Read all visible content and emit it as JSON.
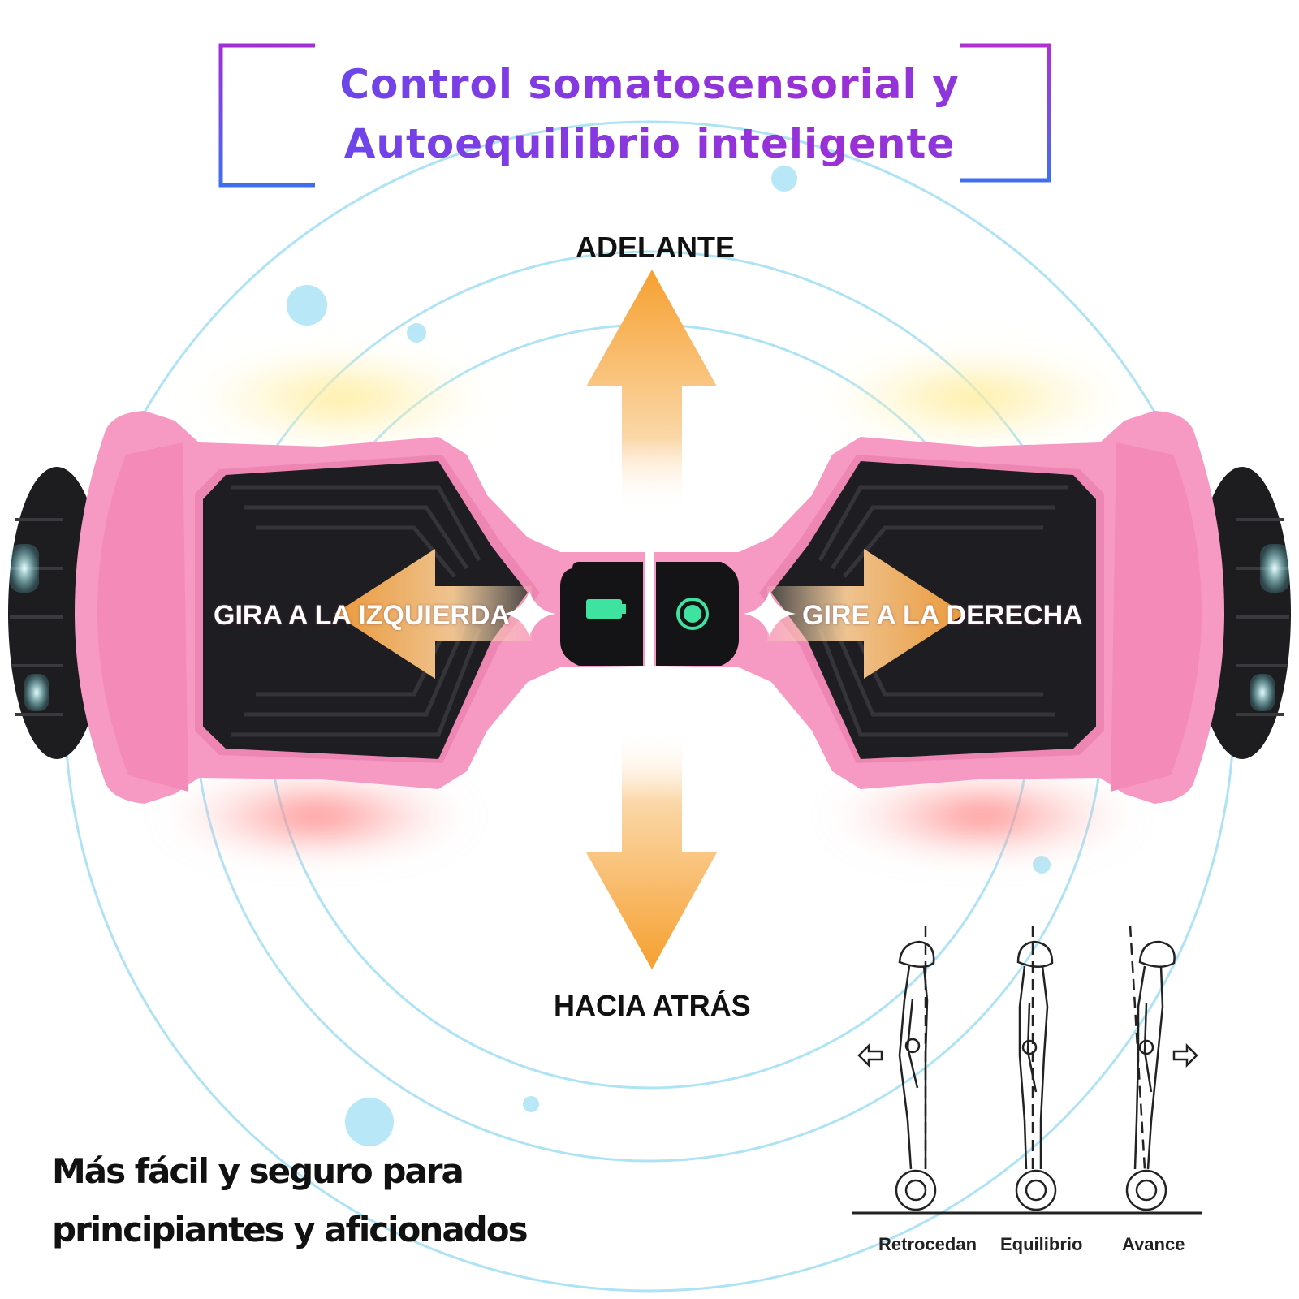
{
  "title": {
    "line1": "Control somatosensorial y",
    "line2": "Autoequilibrio inteligente"
  },
  "directions": {
    "forward": "ADELANTE",
    "backward": "HACIA ATRÁS",
    "turn_left": "GIRA A LA IZQUIERDA",
    "turn_right": "GIRE A LA DERECHA"
  },
  "tagline": {
    "line1": "Más fácil y seguro para",
    "line2": "principiantes y aficionados"
  },
  "posture_diagram": {
    "labels": [
      "Retrocedan",
      "Equilibrio",
      "Avance"
    ]
  },
  "colors": {
    "body_pink": "#f79ac3",
    "pad_black": "#1e1e22",
    "arrow_orange": "#f7a23a",
    "circle_blue": "#9fdff5",
    "title_purple": "#8a34e0",
    "battery_green": "#3fe3a0"
  }
}
